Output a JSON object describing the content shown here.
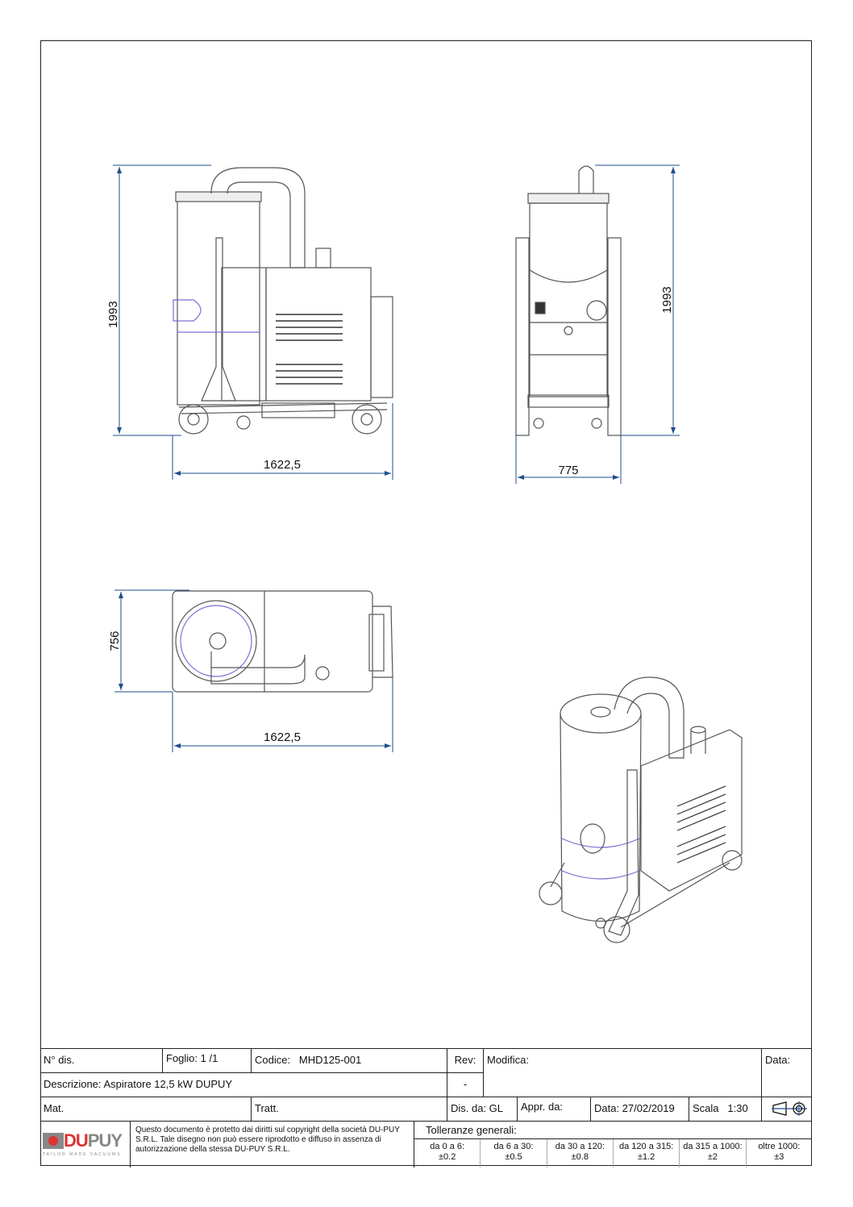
{
  "drawing": {
    "side_view": {
      "height_dim": "1993",
      "length_dim": "1622,5"
    },
    "front_view": {
      "height_dim": "1993",
      "width_dim": "775"
    },
    "top_view": {
      "depth_dim": "756",
      "length_dim": "1622,5"
    }
  },
  "title_block": {
    "n_dis_label": "N° dis.",
    "foglio_label": "Foglio:",
    "foglio_value": "1 /1",
    "codice_label": "Codice:",
    "codice_value": "MHD125-001",
    "rev_label": "Rev:",
    "rev_value": "-",
    "modifica_label": "Modifica:",
    "data_label": "Data:",
    "descrizione_label": "Descrizione:",
    "descrizione_value": "Aspiratore 12,5 kW DUPUY",
    "mat_label": "Mat.",
    "tratt_label": "Tratt.",
    "dis_da": "Dis. da: GL",
    "appr_da": "Appr. da:",
    "data_value": "Data: 27/02/2019",
    "scala_label": "Scala",
    "scala_value": "1:30",
    "logo_text": "DUPUY",
    "logo_tagline": "TAILOR MADE VACUUMS",
    "copyright": "Questo documento è protetto dai diritti sul copyright della società DU-PUY S.R.L. Tale disegno non può essere riprodotto e diffuso in assenza di autorizzazione della stessa DU-PUY S.R.L.",
    "tolerances_title": "Tolleranze generali:",
    "tolerances": [
      {
        "range": "da 0 a 6:",
        "value": "±0.2"
      },
      {
        "range": "da 6 a 30:",
        "value": "±0.5"
      },
      {
        "range": "da 30 a 120:",
        "value": "±0.8"
      },
      {
        "range": "da 120 a 315:",
        "value": "±1.2"
      },
      {
        "range": "da 315 a 1000:",
        "value": "±2"
      },
      {
        "range": "oltre 1000:",
        "value": "±3"
      }
    ]
  },
  "colors": {
    "dimension": "#1f4e8c",
    "outline": "#555555",
    "accent_line": "#7a6fd0"
  }
}
